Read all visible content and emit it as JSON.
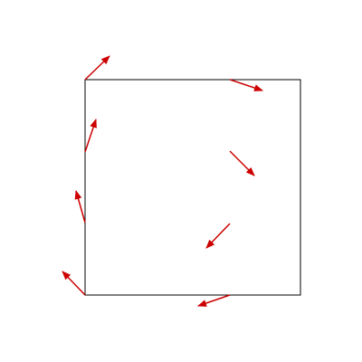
{
  "colors": {
    "background": "#ffffff",
    "square_stroke": "#000000",
    "arrow": "#cc0000"
  },
  "diagram": {
    "type": "vector-field-on-square",
    "shape": "square",
    "arrow_count": 8
  }
}
